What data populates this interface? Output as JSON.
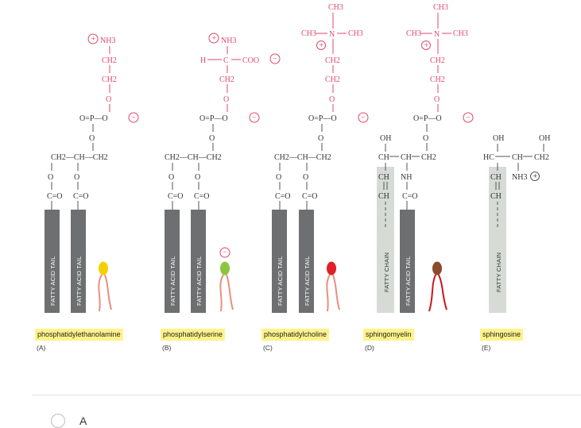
{
  "molecules": [
    {
      "name": "phosphatidylethanolamine",
      "letter": "(A)",
      "tails": [
        "FATTY ACID TAIL",
        "FATTY ACID TAIL"
      ],
      "head_color": "#f5d000",
      "head": [
        "NH3",
        "CH2",
        "CH2",
        "O"
      ]
    },
    {
      "name": "phosphatidylserine",
      "letter": "(B)",
      "tails": [
        "FATTY ACID TAIL",
        "FATTY ACID TAIL"
      ],
      "head_color": "#8cc63f",
      "head": [
        "NH3",
        "H",
        "C",
        "COO",
        "CH2",
        "O"
      ]
    },
    {
      "name": "phosphatidylcholine",
      "letter": "(C)",
      "tails": [
        "FATTY ACID TAIL",
        "FATTY ACID TAIL"
      ],
      "head_color": "#e01f26",
      "head": [
        "CH3",
        "CH3",
        "N",
        "CH3",
        "CH2",
        "CH2",
        "O"
      ]
    },
    {
      "name": "sphingomyelin",
      "letter": "(D)",
      "tails": [
        "FATTY CHAIN",
        "FATTY ACID TAIL"
      ],
      "head_color": "#8b4a2b",
      "head": [
        "CH3",
        "CH3",
        "N",
        "CH3",
        "CH2",
        "CH2",
        "O"
      ]
    },
    {
      "name": "sphingosine",
      "letter": "(E)",
      "tails": [
        "FATTY CHAIN"
      ],
      "head_color": "",
      "head": []
    }
  ],
  "labels": {
    "phosphate": "O=P—O",
    "glycerol": "CH2—CH—CH2",
    "ester_o": "O",
    "carbonyl": "C=O",
    "oh": "OH",
    "ch": "CH",
    "nh": "NH",
    "hc": "HC",
    "nh3": "NH3",
    "plus": "+",
    "minus": "−"
  },
  "answer": {
    "label": "A"
  }
}
